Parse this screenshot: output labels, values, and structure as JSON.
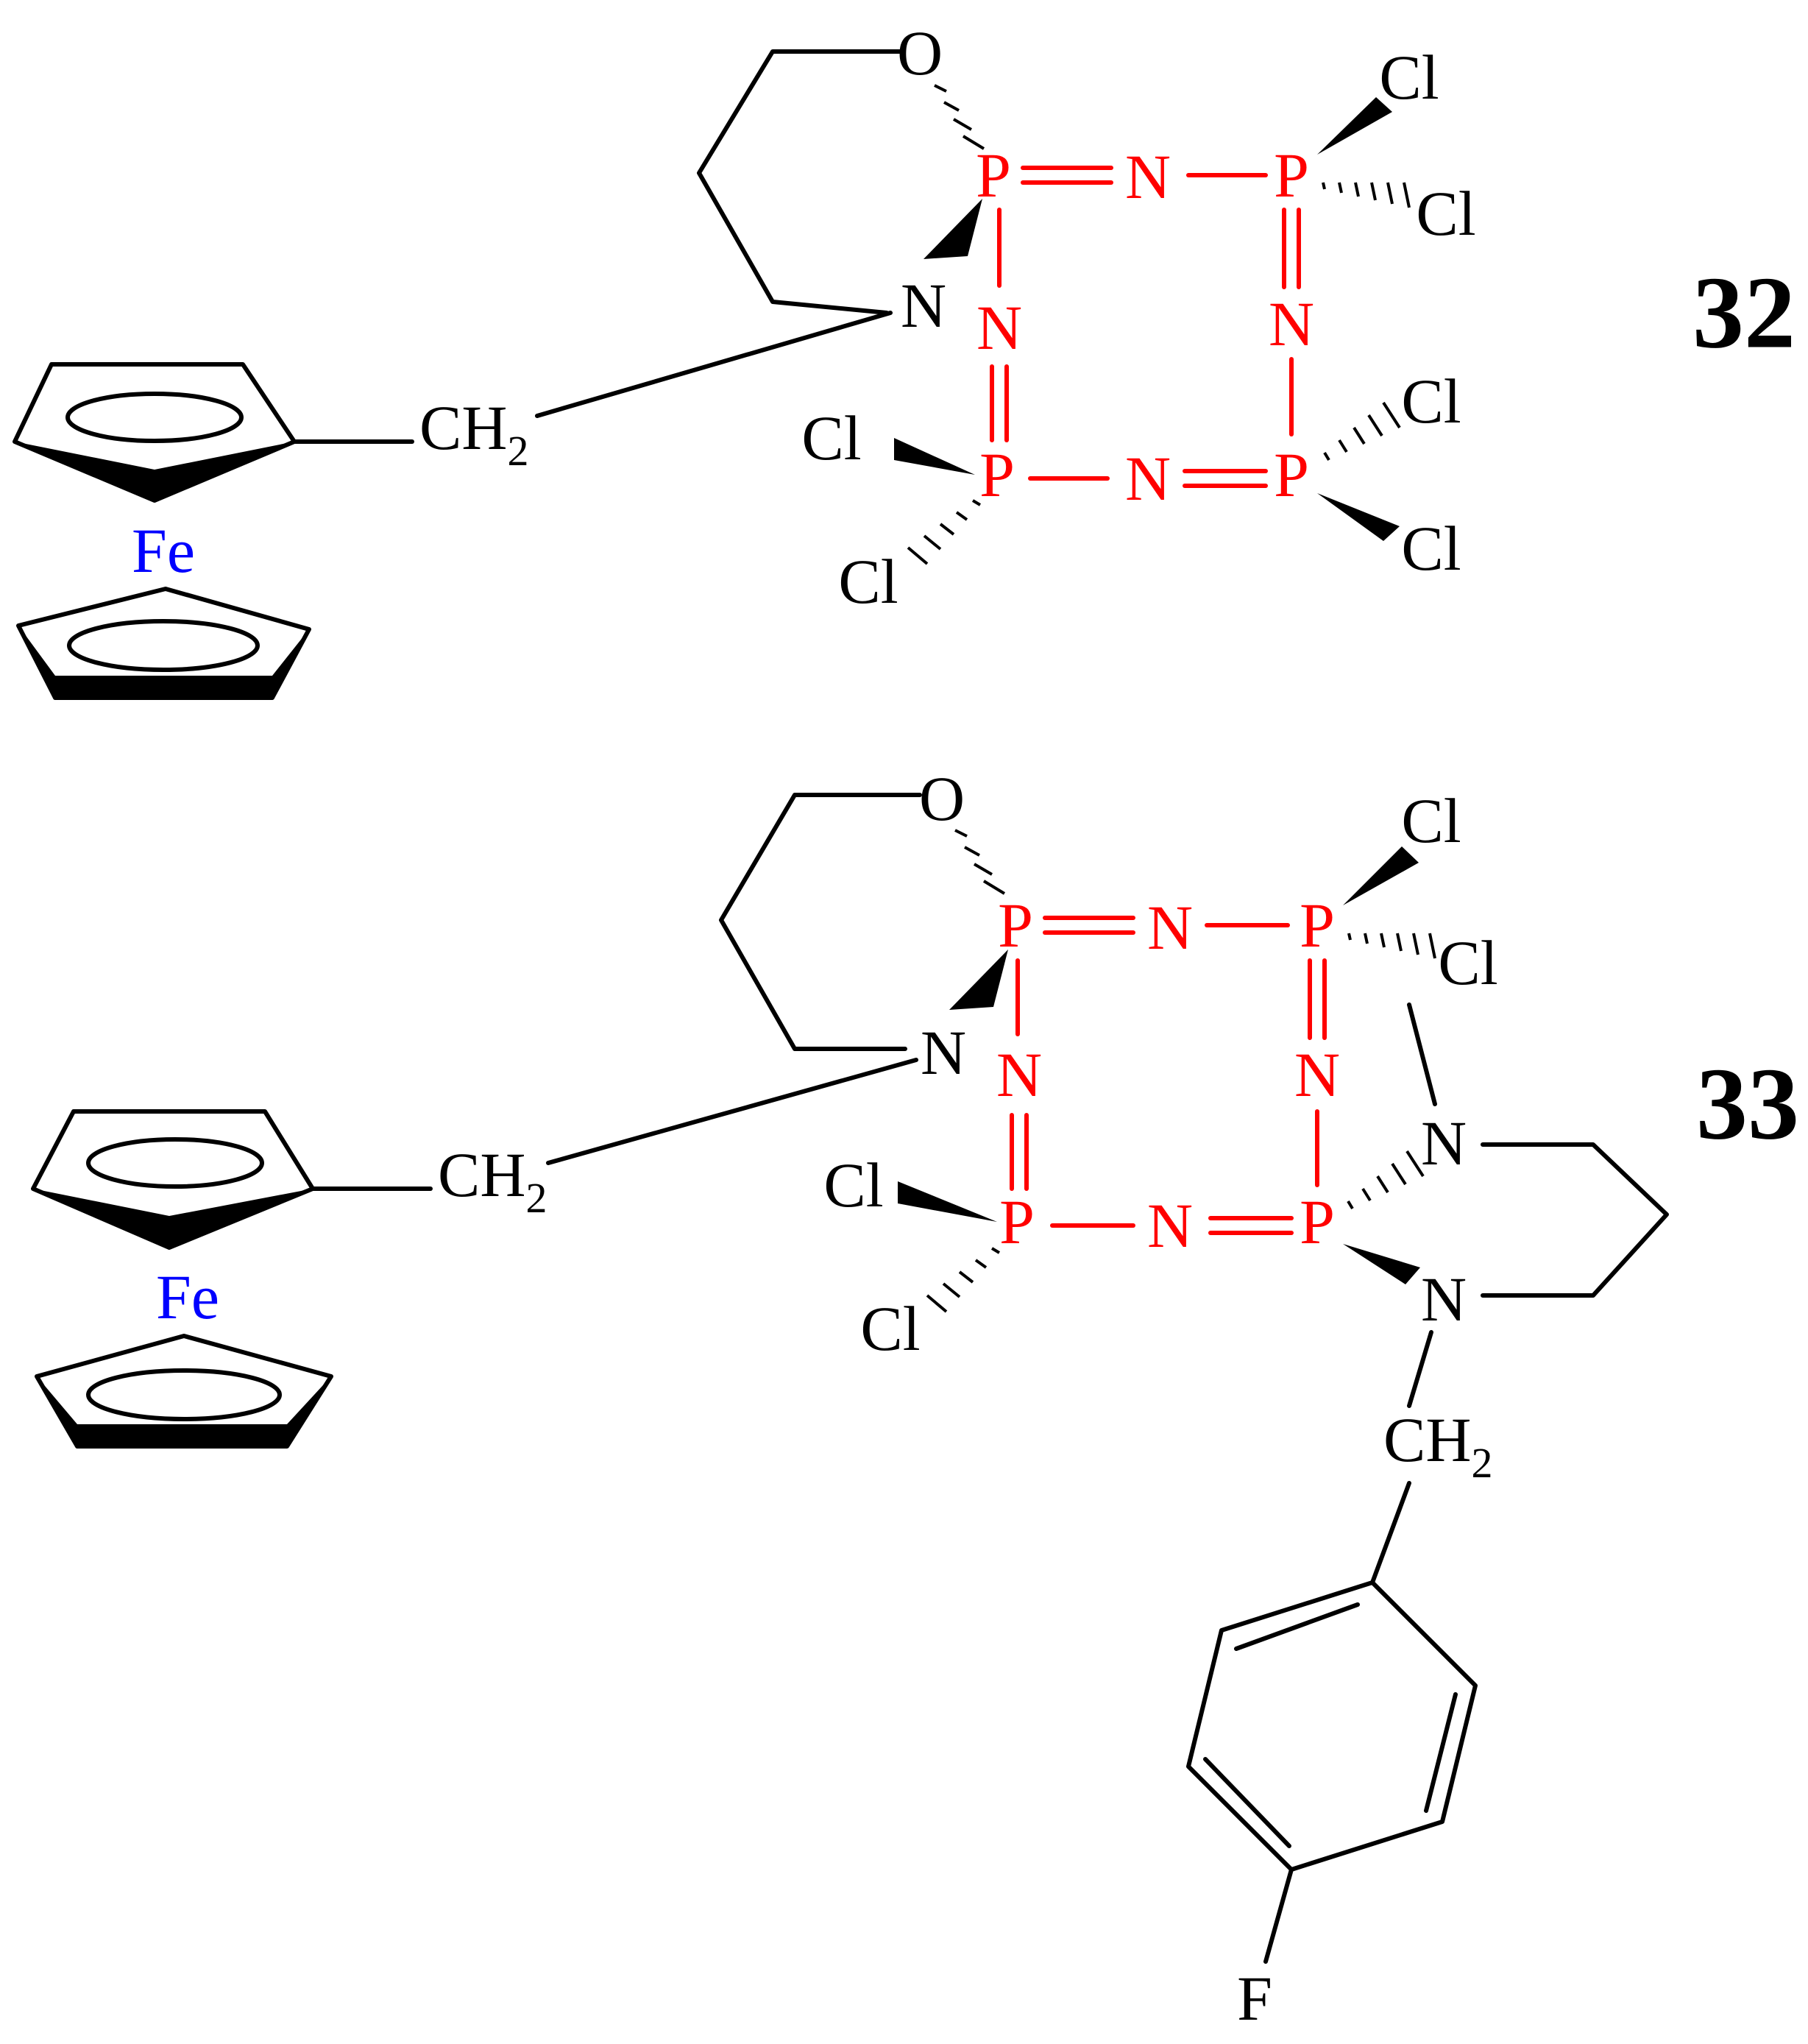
{
  "colors": {
    "ring_atoms": "#ff0000",
    "iron": "#0000ff",
    "bonds": "#000000",
    "background": "#ffffff"
  },
  "compounds": [
    {
      "label": "32",
      "atoms": {
        "o": "O",
        "n_amine": "N",
        "ch2": "CH",
        "ch2_sub": "2",
        "fe": "Fe",
        "p1": "P",
        "n1": "N",
        "p2": "P",
        "n2": "N",
        "p3": "P",
        "n3": "N",
        "p4": "P",
        "n4": "N",
        "cl_p2_a": "Cl",
        "cl_p2_b": "Cl",
        "cl_p3_a": "Cl",
        "cl_p3_b": "Cl",
        "cl_p4_a": "Cl",
        "cl_p4_b": "Cl"
      }
    },
    {
      "label": "33",
      "atoms": {
        "o": "O",
        "n_amine": "N",
        "ch2": "CH",
        "ch2_sub": "2",
        "fe": "Fe",
        "p1": "P",
        "n1": "N",
        "p2": "P",
        "n2": "N",
        "p3": "P",
        "n3": "N",
        "p4": "P",
        "n4": "N",
        "cl_p2_a": "Cl",
        "cl_p2_b": "Cl",
        "cl_p4_a": "Cl",
        "cl_p4_b": "Cl",
        "n_diamine_a": "N",
        "n_diamine_b": "N",
        "ch2_benzyl": "CH",
        "ch2_benzyl_sub": "2",
        "f": "F"
      }
    }
  ]
}
